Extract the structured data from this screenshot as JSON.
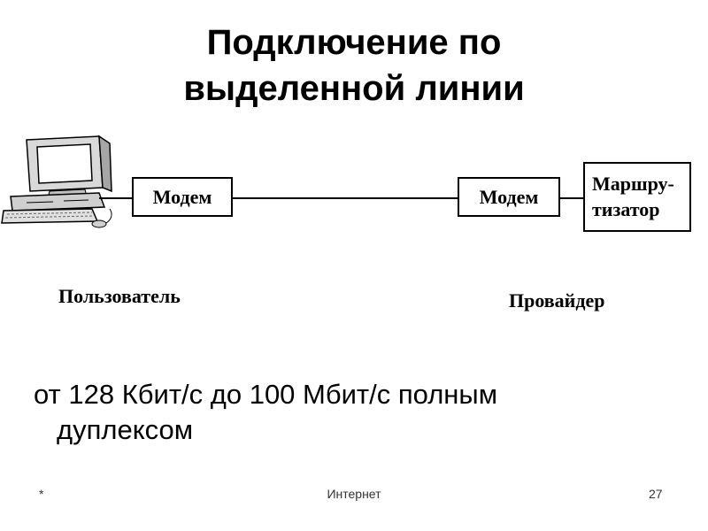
{
  "slide": {
    "title_line1": "Подключение по",
    "title_line2": "выделенной линии"
  },
  "diagram": {
    "modem_left": "Модем",
    "modem_right": "Модем",
    "router_line1": "Маршру-",
    "router_line2": "тизатор",
    "user_label": "Пользователь",
    "provider_label": "Провайдер"
  },
  "bullet": {
    "line1": "от 128 Кбит/с до 100 Мбит/с полным",
    "line2": "дуплексом"
  },
  "footer": {
    "left": "*",
    "center": "Интернет",
    "page_number": "27"
  }
}
